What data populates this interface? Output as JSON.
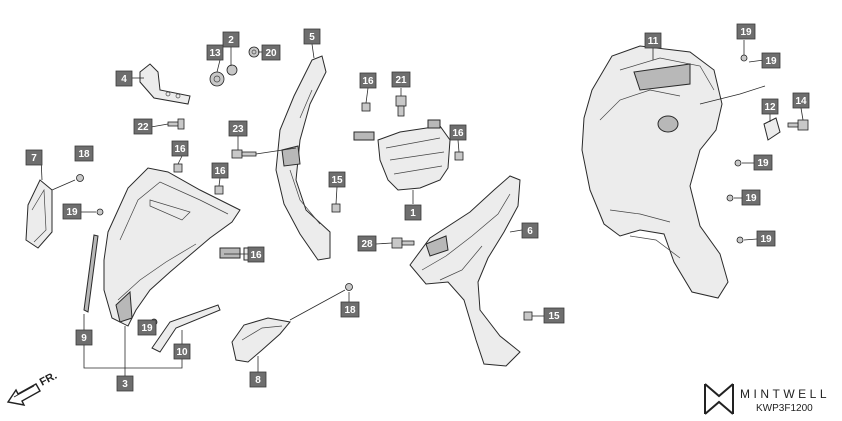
{
  "callouts": [
    {
      "id": "c1",
      "label": "1"
    },
    {
      "id": "c2",
      "label": "2"
    },
    {
      "id": "c3",
      "label": "3"
    },
    {
      "id": "c4",
      "label": "4"
    },
    {
      "id": "c5",
      "label": "5"
    },
    {
      "id": "c6",
      "label": "6"
    },
    {
      "id": "c7",
      "label": "7"
    },
    {
      "id": "c8",
      "label": "8"
    },
    {
      "id": "c9",
      "label": "9"
    },
    {
      "id": "c10",
      "label": "10"
    },
    {
      "id": "c11",
      "label": "11"
    },
    {
      "id": "c12",
      "label": "12"
    },
    {
      "id": "c13",
      "label": "13"
    },
    {
      "id": "c14",
      "label": "14"
    },
    {
      "id": "c15a",
      "label": "15"
    },
    {
      "id": "c15b",
      "label": "15"
    },
    {
      "id": "c16a",
      "label": "16"
    },
    {
      "id": "c16b",
      "label": "16"
    },
    {
      "id": "c16c",
      "label": "16"
    },
    {
      "id": "c16d",
      "label": "16"
    },
    {
      "id": "c16e",
      "label": "16"
    },
    {
      "id": "c18a",
      "label": "18"
    },
    {
      "id": "c18b",
      "label": "18"
    },
    {
      "id": "c19a",
      "label": "19"
    },
    {
      "id": "c19b",
      "label": "19"
    },
    {
      "id": "c19c",
      "label": "19"
    },
    {
      "id": "c19d",
      "label": "19"
    },
    {
      "id": "c19e",
      "label": "19"
    },
    {
      "id": "c19f",
      "label": "19"
    },
    {
      "id": "c19g",
      "label": "19"
    },
    {
      "id": "c20",
      "label": "20"
    },
    {
      "id": "c21",
      "label": "21"
    },
    {
      "id": "c22",
      "label": "22"
    },
    {
      "id": "c23",
      "label": "23"
    },
    {
      "id": "c28",
      "label": "28"
    }
  ],
  "direction_label": "FR.",
  "brand": "MINTWELL",
  "diagram_code": "KWP3F1200"
}
